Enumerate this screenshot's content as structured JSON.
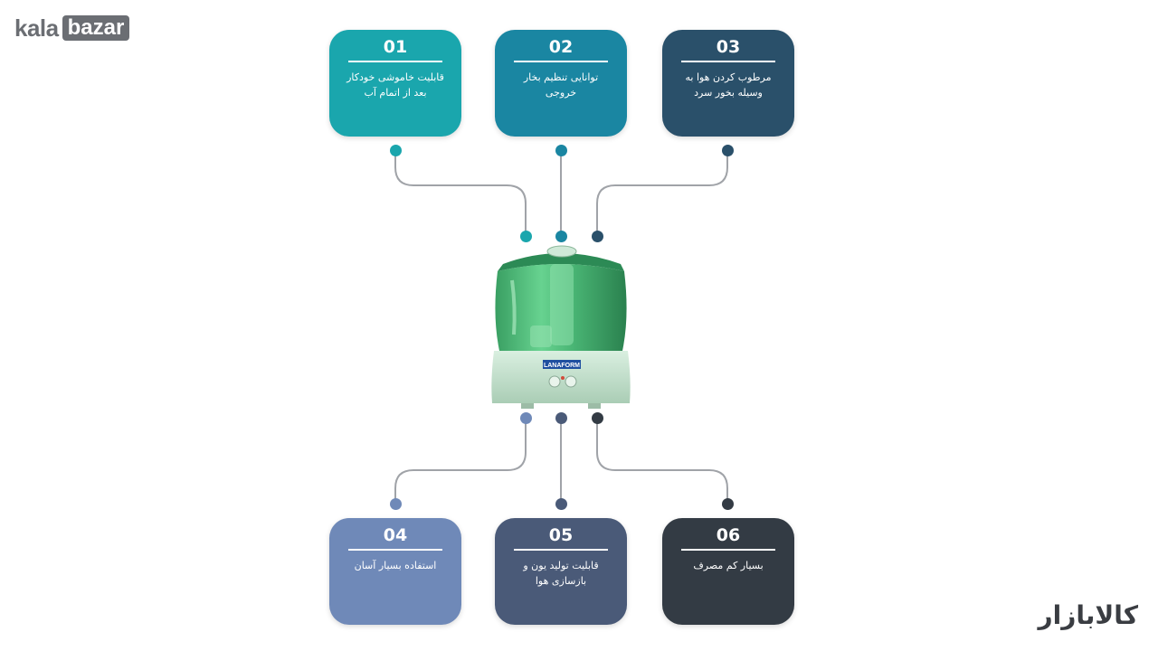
{
  "brand": {
    "latin_part1": "kala",
    "latin_part2": "bazar",
    "persian": "کالابازار"
  },
  "product": {
    "label": "LANAFORM"
  },
  "features": [
    {
      "number": "01",
      "text": "قابلیت خاموشی خودکار بعد از اتمام آب",
      "color": "#1aa6ad"
    },
    {
      "number": "02",
      "text": "توانایی تنظیم بخار خروجی",
      "color": "#1a86a2"
    },
    {
      "number": "03",
      "text": "مرطوب کردن هوا به وسیله بخور سرد",
      "color": "#2a506a"
    },
    {
      "number": "04",
      "text": "استفاده بسیار آسان",
      "color": "#6f89b8"
    },
    {
      "number": "05",
      "text": "قابلیت تولید یون و بازسازی هوا",
      "color": "#4a5a78"
    },
    {
      "number": "06",
      "text": "بسیار کم مصرف",
      "color": "#333b44"
    }
  ]
}
